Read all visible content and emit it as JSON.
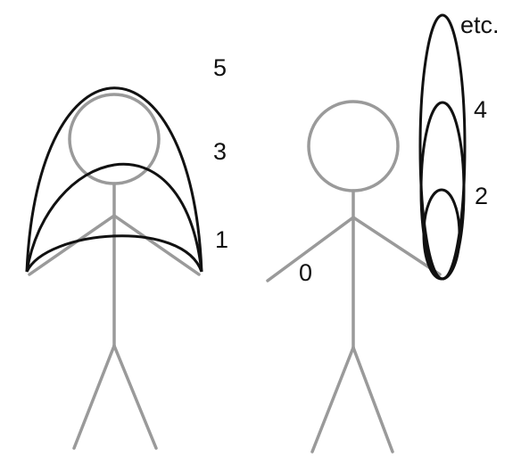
{
  "labels": {
    "l5": "5",
    "l3": "3",
    "l1": "1",
    "l0": "0",
    "l2": "2",
    "l4": "4",
    "etc": "etc."
  },
  "colors": {
    "figure": "#9a9a9a",
    "arc": "#111111",
    "text": "#111111",
    "background": "#ffffff"
  }
}
